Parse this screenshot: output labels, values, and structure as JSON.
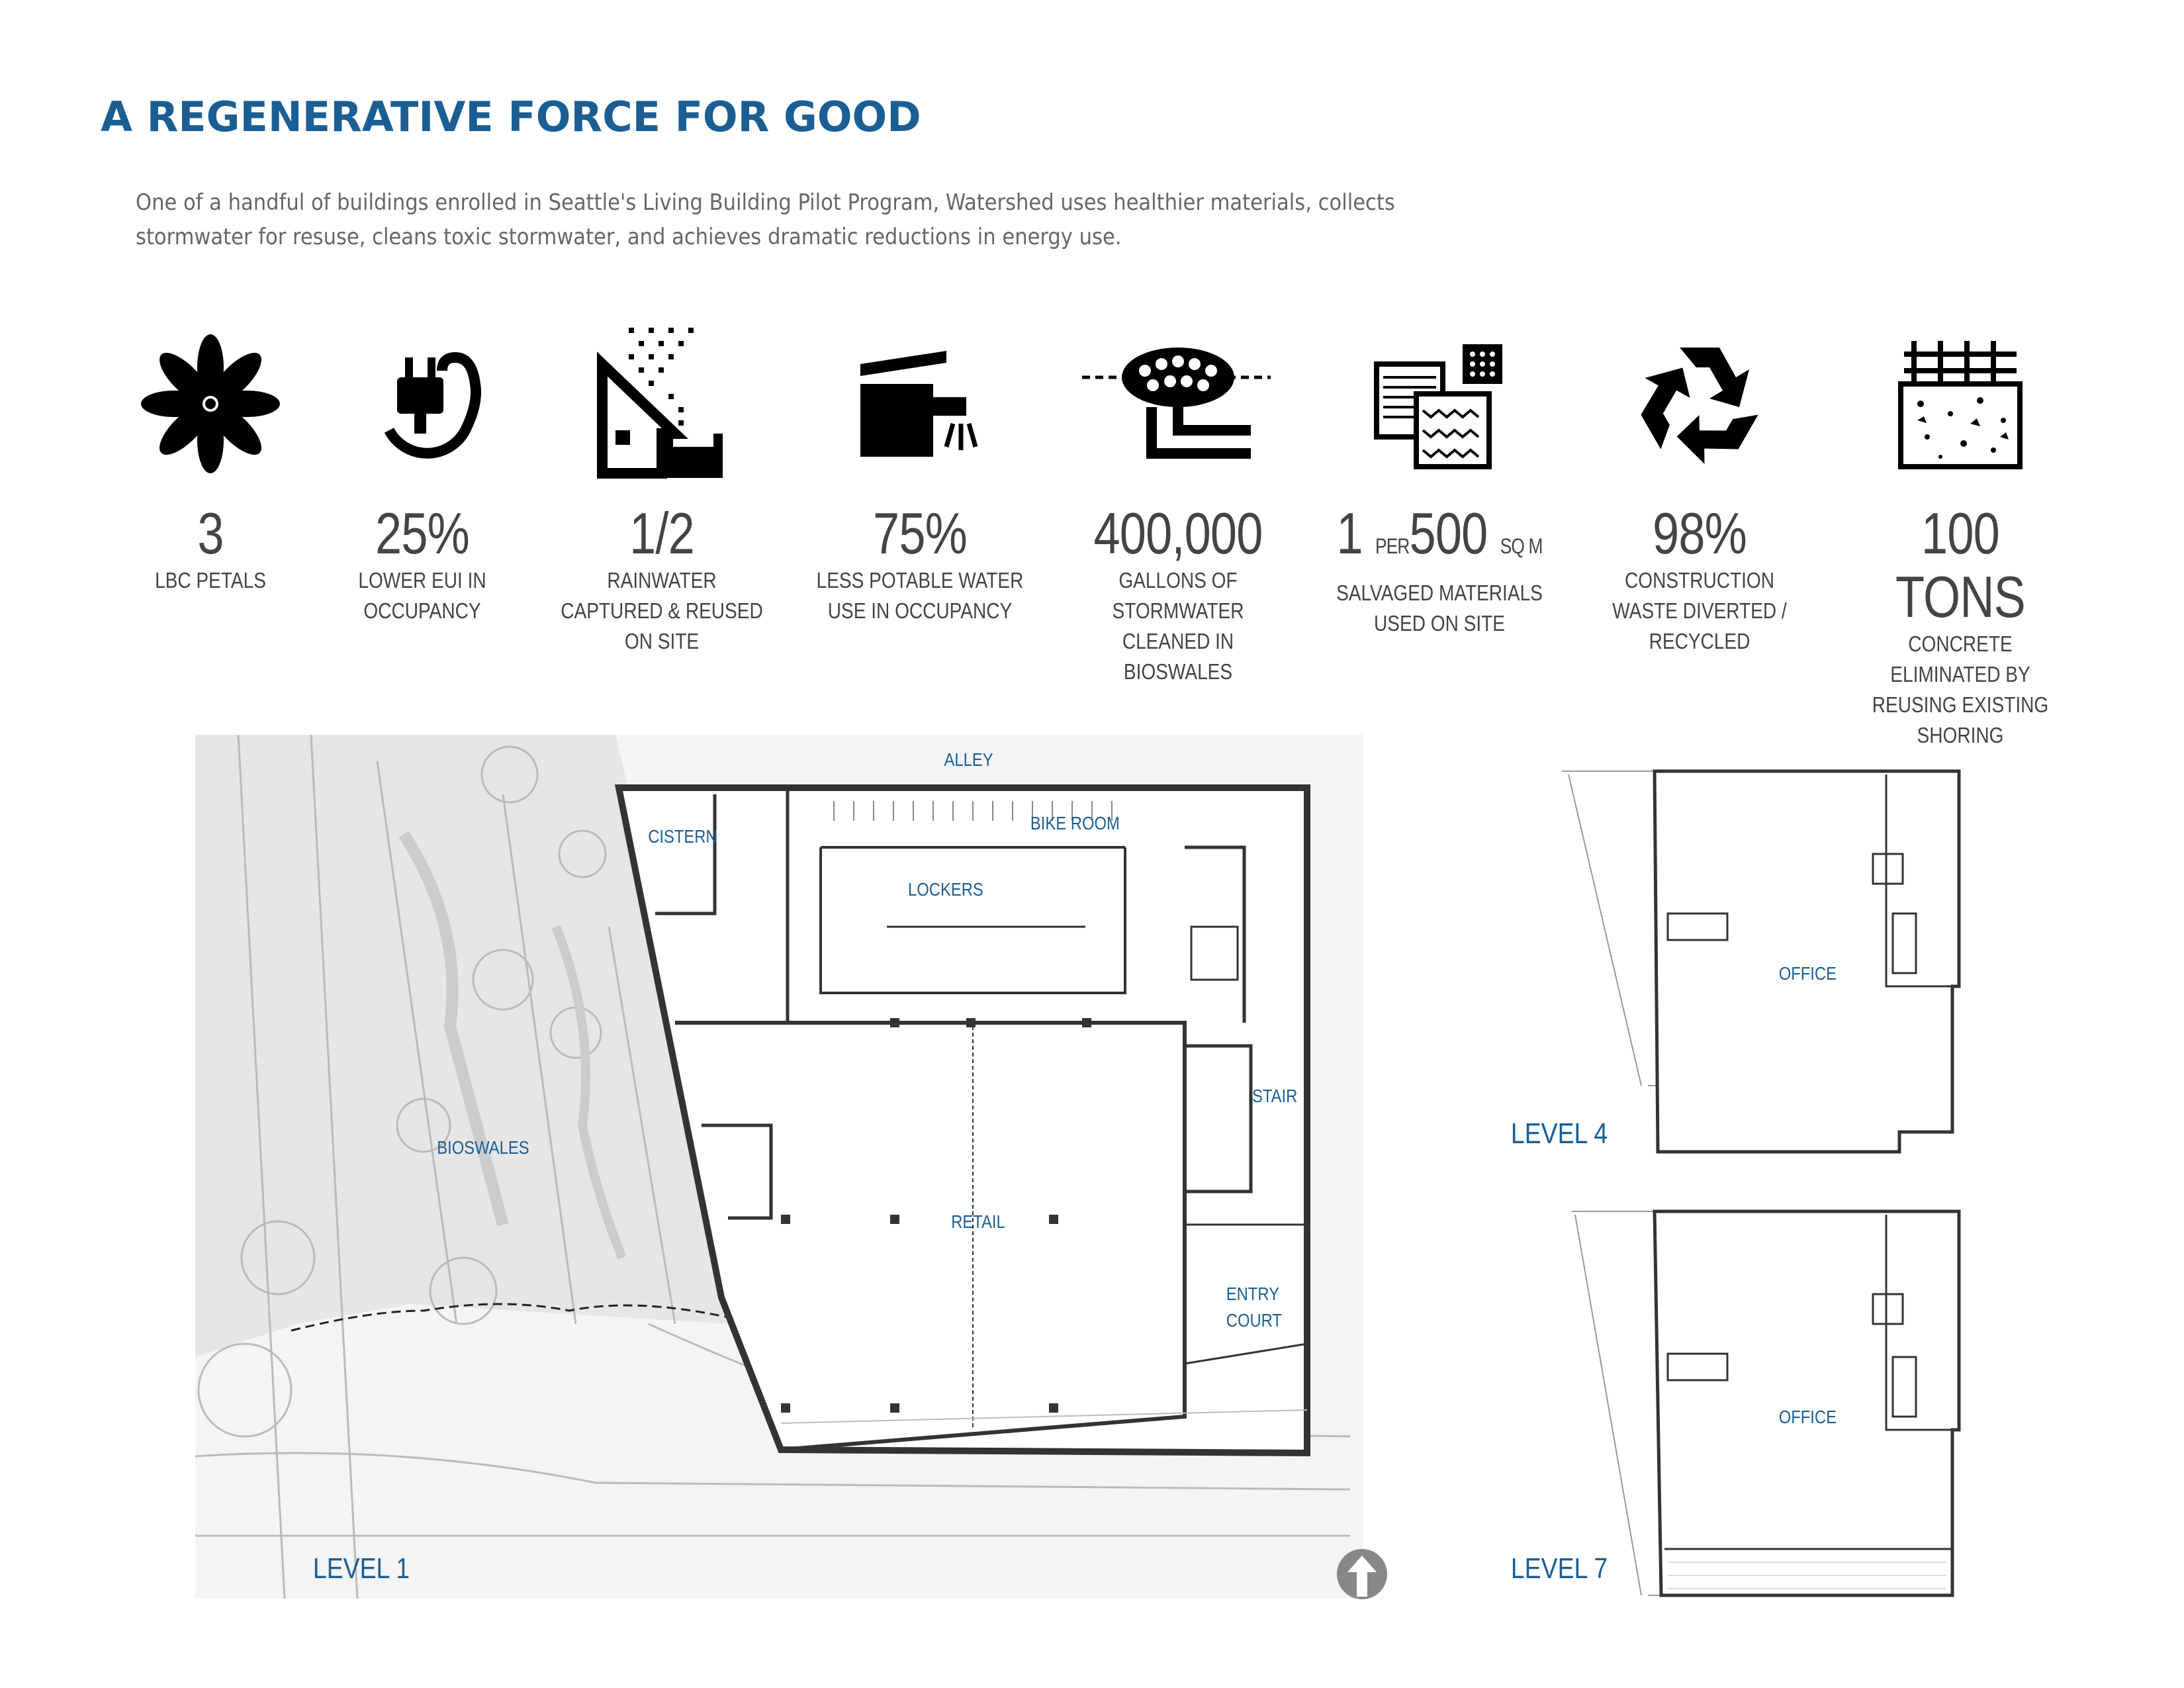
{
  "title": "A REGENERATIVE FORCE FOR GOOD",
  "intro": "One of a handful of buildings enrolled in Seattle's Living Building Pilot Program, Watershed uses healthier materials, collects stormwater for resuse, cleans toxic stormwater, and achieves dramatic reductions in energy use.",
  "stats": [
    {
      "icon": "flower-icon",
      "value": "3",
      "label": "LBC PETALS"
    },
    {
      "icon": "plug-icon",
      "value": "25%",
      "label": "LOWER EUI IN OCCUPANCY"
    },
    {
      "icon": "rain-house-icon",
      "value": "1/2",
      "label": "RAINWATER CAPTURED & REUSED ON SITE"
    },
    {
      "icon": "faucet-icon",
      "value": "75%",
      "label": "LESS POTABLE WATER USE IN OCCUPANCY"
    },
    {
      "icon": "drain-pipe-icon",
      "value": "400,000",
      "label": "GALLONS OF STORMWATER CLEANED IN BIOSWALES"
    },
    {
      "icon": "material-swatches-icon",
      "value_a": "1",
      "value_per": "PER",
      "value_b": "500",
      "value_unit": "SQ M",
      "label": "SALVAGED MATERIALS USED ON SITE"
    },
    {
      "icon": "recycle-icon",
      "value": "98%",
      "label": "CONSTRUCTION WASTE DIVERTED / RECYCLED"
    },
    {
      "icon": "shoring-icon",
      "value": "100 TONS",
      "label": "CONCRETE ELIMINATED BY REUSING EXISTING SHORING"
    }
  ],
  "plans": {
    "level1": {
      "label": "LEVEL 1",
      "rooms": {
        "alley": "ALLEY",
        "cistern": "CISTERN",
        "bike_room": "BIKE ROOM",
        "lockers": "LOCKERS",
        "stair": "STAIR",
        "bioswales": "BIOSWALES",
        "retail": "RETAIL",
        "entry_court": "ENTRY COURT"
      }
    },
    "level4": {
      "label": "LEVEL 4",
      "room": "OFFICE"
    },
    "level7": {
      "label": "LEVEL 7",
      "room": "OFFICE"
    }
  },
  "colors": {
    "accent": "#1a5e94",
    "text": "#444444",
    "plan_line": "#333333",
    "site_fill": "#efefef"
  }
}
